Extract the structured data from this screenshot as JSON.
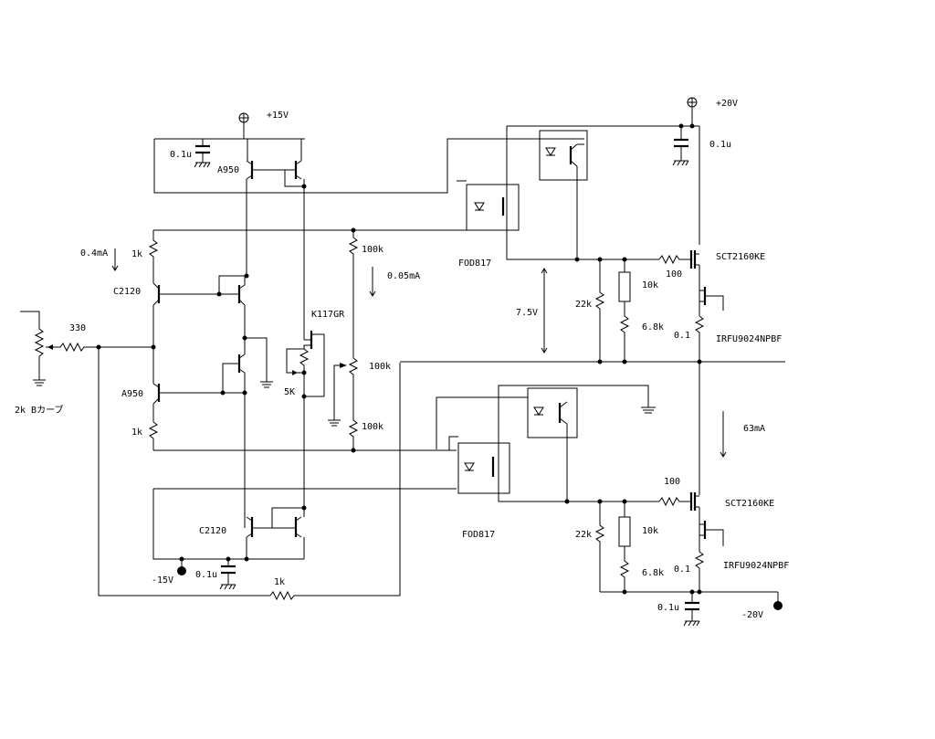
{
  "labels": {
    "vplus15": "+15V",
    "vminus15": "-15V",
    "vplus20": "+20V",
    "vminus20": "-20V",
    "c1": "0.1u",
    "c2": "0.1u",
    "c3": "0.1u",
    "c4": "0.1u",
    "a950_top": "A950",
    "a950_bot": "A950",
    "c2120_top": "C2120",
    "c2120_bot": "C2120",
    "r1k_top": "1k",
    "r1k_bot": "1k",
    "r1k_fb": "1k",
    "r330": "330",
    "pot": "2k Bカーブ",
    "i04": "0.4mA",
    "i005": "0.05mA",
    "r100k_top": "100k",
    "r100k_mid": "100k",
    "r100k_bot": "100k",
    "fet": "K117GR",
    "r5k": "5K",
    "fod_top": "FOD817",
    "fod_bot": "FOD817",
    "v75": "7.5V",
    "r22k_top": "22k",
    "r22k_bot": "22k",
    "r10k_top": "10k",
    "r10k_bot": "10k",
    "r68k_top": "6.8k",
    "r68k_bot": "6.8k",
    "r100_top": "100",
    "r100_bot": "100",
    "sct_top": "SCT2160KE",
    "sct_bot": "SCT2160KE",
    "r01_top": "0.1",
    "r01_bot": "0.1",
    "irfu_top": "IRFU9024NPBF",
    "irfu_bot": "IRFU9024NPBF",
    "i63": "63mA"
  }
}
